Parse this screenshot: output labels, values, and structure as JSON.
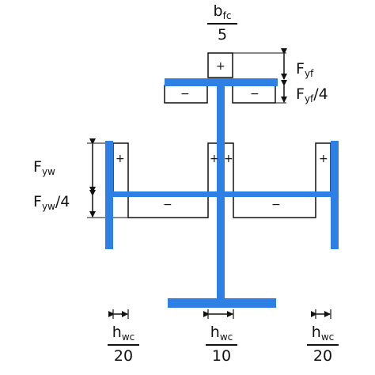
{
  "colors": {
    "flange": "#2f80e4",
    "web": "#2f80e4",
    "stroke": "#111111",
    "background": "#ffffff"
  },
  "labels": {
    "top_fraction": {
      "num": "b",
      "num_sub": "fc",
      "den": "5"
    },
    "fyf": {
      "main": "F",
      "sub": "yf"
    },
    "fyf4": {
      "main": "F",
      "sub": "yf",
      "tail": "/4"
    },
    "fyw": {
      "main": "F",
      "sub": "yw"
    },
    "fyw4": {
      "main": "F",
      "sub": "yw",
      "tail": "/4"
    },
    "bottom_left_fraction": {
      "num": "h",
      "num_sub": "wc",
      "den": "20"
    },
    "bottom_mid_fraction": {
      "num": "h",
      "num_sub": "wc",
      "den": "10"
    },
    "bottom_right_fraction": {
      "num": "h",
      "num_sub": "wc",
      "den": "20"
    }
  },
  "signs": {
    "plus": "+",
    "minus": "−"
  }
}
